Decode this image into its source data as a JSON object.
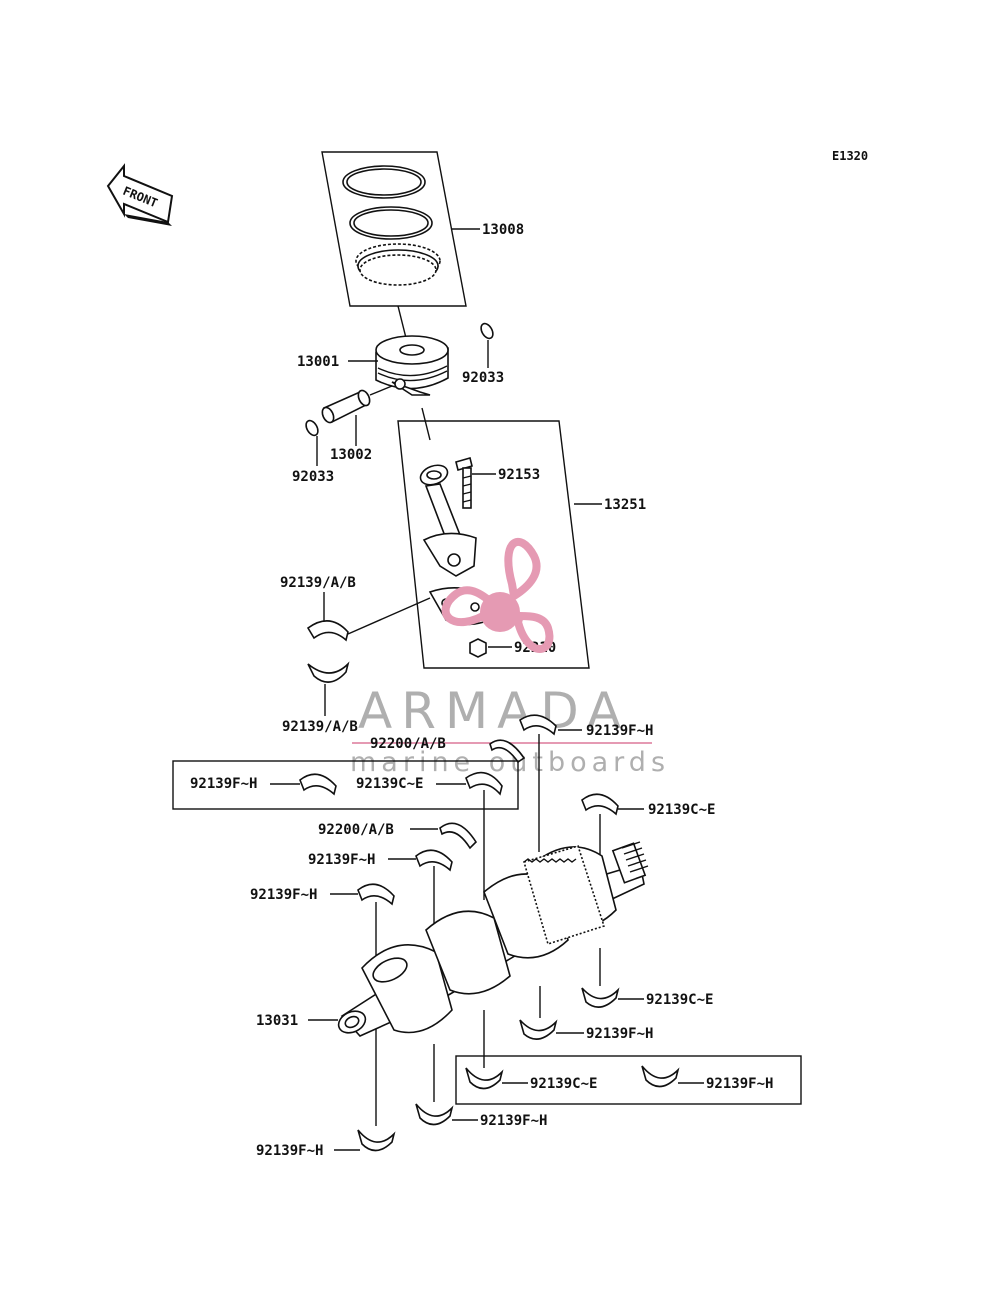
{
  "diagram_code": "E1320",
  "front_label": "FRONT",
  "watermark": {
    "brand": "ARMADA",
    "tagline": "marine outboards",
    "accent_color": "#e59ab3"
  },
  "labels": {
    "p13008": "13008",
    "p13001": "13001",
    "p92033_a": "92033",
    "p13002": "13002",
    "p92033_b": "92033",
    "p92153": "92153",
    "p13251": "13251",
    "p92139ab_a": "92139/A/B",
    "p92210": "92210",
    "p92139ab_b": "92139/A/B",
    "p92139fh_a": "92139F~H",
    "p92200ab_a": "92200/A/B",
    "p92139fh_b": "92139F~H",
    "p92139ce_a": "92139C~E",
    "p92139ce_b": "92139C~E",
    "p92200ab_b": "92200/A/B",
    "p92139fh_c": "92139F~H",
    "p92139fh_d": "92139F~H",
    "p92139ce_c": "92139C~E",
    "p13031": "13031",
    "p92139fh_e": "92139F~H",
    "p92139ce_d": "92139C~E",
    "p92139fh_f": "92139F~H",
    "p92139fh_g": "92139F~H",
    "p92139fh_h": "92139F~H"
  }
}
